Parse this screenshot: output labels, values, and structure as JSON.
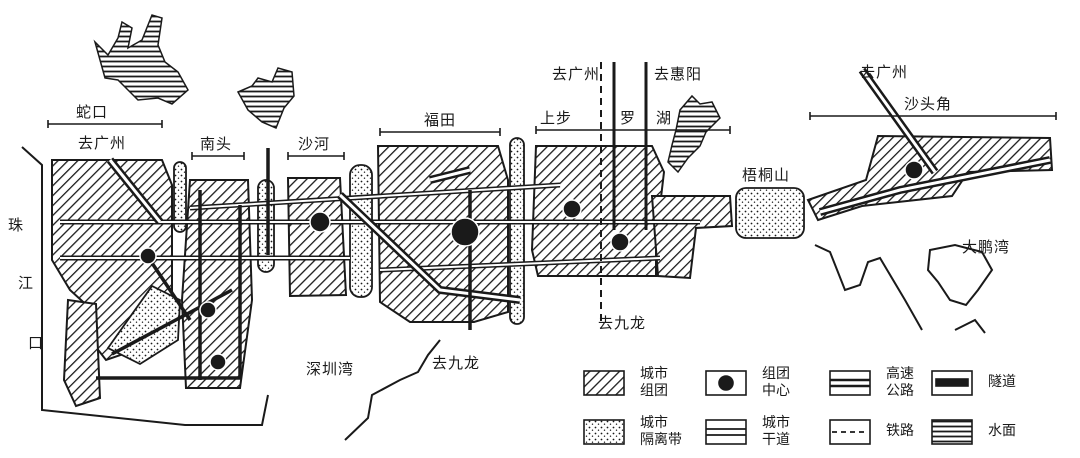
{
  "map": {
    "districts": [
      "蛇口",
      "南头",
      "沙河",
      "福田",
      "上步",
      "罗",
      "湖",
      "沙头角",
      "梧桐山"
    ],
    "water_bodies": [
      "珠",
      "江",
      "口",
      "深圳湾",
      "大鹏湾"
    ],
    "destinations": [
      "去广州",
      "去广州",
      "去惠阳",
      "去广州",
      "去九龙",
      "去九龙"
    ]
  },
  "legend": [
    {
      "icon": "urban-cluster-icon",
      "label": "城市\n组团"
    },
    {
      "icon": "cluster-center-icon",
      "label": "组团\n中心"
    },
    {
      "icon": "expressway-icon",
      "label": "高速\n公路"
    },
    {
      "icon": "tunnel-icon",
      "label": "隧道"
    },
    {
      "icon": "urban-buffer-icon",
      "label": "城市\n隔离带"
    },
    {
      "icon": "urban-trunk-road-icon",
      "label": "城市\n干道"
    },
    {
      "icon": "railway-icon",
      "label": "铁路"
    },
    {
      "icon": "water-surface-icon",
      "label": "水面"
    }
  ],
  "colors": {
    "ink": "#1a1a1a",
    "paper": "#ffffff"
  }
}
